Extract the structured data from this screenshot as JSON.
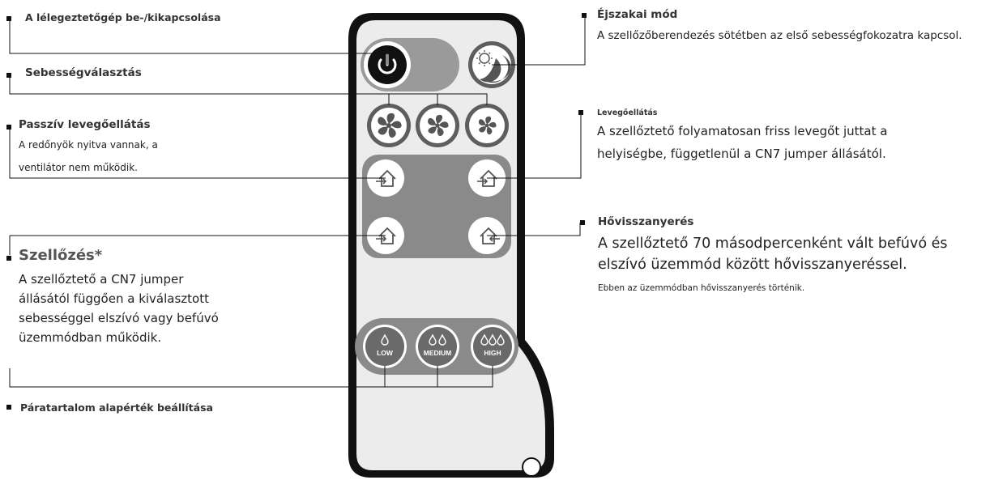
{
  "annotations": {
    "power": {
      "title": "A lélegeztetőgép be-/kikapcsolása"
    },
    "speed": {
      "title": "Sebességválasztás"
    },
    "passive": {
      "title": "Passzív levegőellátás",
      "line1": "A redőnyök nyitva vannak, a",
      "line2": "ventilátor nem működik."
    },
    "ventilation": {
      "title": "Szellőzés*",
      "line1": "A szellőztető a CN7 jumper",
      "line2": "állásától függően a kiválasztott",
      "line3": "sebességgel elszívó vagy befúvó",
      "line4": "üzemmódban működik."
    },
    "humidity": {
      "title": "Páratartalom alapérték beállítása"
    },
    "night": {
      "title": "Éjszakai mód",
      "desc": "A szellőzőberendezés sötétben az első sebességfokozatra kapcsol."
    },
    "supply": {
      "title": "Levegőellátás",
      "line1": "A szellőztető folyamatosan friss levegőt juttat a",
      "line2": "helyiségbe, függetlenül a CN7 jumper állásától."
    },
    "recovery": {
      "title": "Hővisszanyerés",
      "line1": "A szellőztető 70 másodpercenként vált befúvó és",
      "line2": "elszívó üzemmód között hővisszanyeréssel.",
      "note": "Ebben az üzemmódban hővisszanyerés történik."
    }
  },
  "remote": {
    "buttons": {
      "low": "LOW",
      "medium": "MEDIUM",
      "high": "HIGH"
    },
    "icons": {
      "power": "power-icon",
      "night": "sun-moon-icon",
      "fan": "fan-icon",
      "house": "house-arrow-icon",
      "drop": "water-drop-icon"
    }
  },
  "colors": {
    "body": "#ececec",
    "outline": "#111111",
    "button": "#5e5e5e",
    "panel": "#8a8a8a",
    "toggle": "#9a9a9a"
  }
}
